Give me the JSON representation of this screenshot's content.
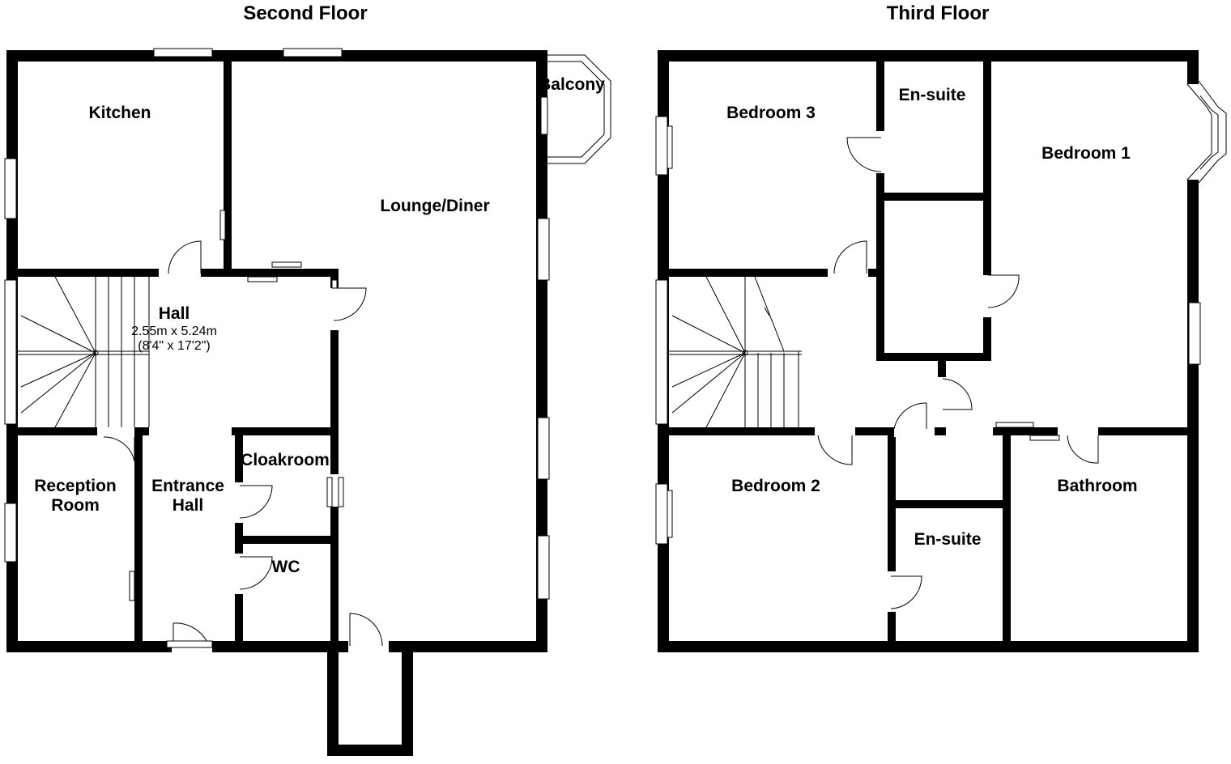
{
  "floors": {
    "second": {
      "title": "Second Floor",
      "rooms": {
        "kitchen": "Kitchen",
        "balcony": "Balcony",
        "lounge": "Lounge/Diner",
        "hall": "Hall",
        "hall_dim_metric": "2.55m x 5.24m",
        "hall_dim_imperial": "(8'4\" x 17'2\")",
        "cloakroom": "Cloakroom",
        "reception_line1": "Reception",
        "reception_line2": "Room",
        "entrance_line1": "Entrance",
        "entrance_line2": "Hall",
        "wc": "WC"
      }
    },
    "third": {
      "title": "Third Floor",
      "rooms": {
        "bedroom3": "Bedroom 3",
        "ensuite_top": "En-suite",
        "bedroom1": "Bedroom 1",
        "bedroom2": "Bedroom 2",
        "ensuite_bottom": "En-suite",
        "bathroom": "Bathroom"
      }
    }
  }
}
